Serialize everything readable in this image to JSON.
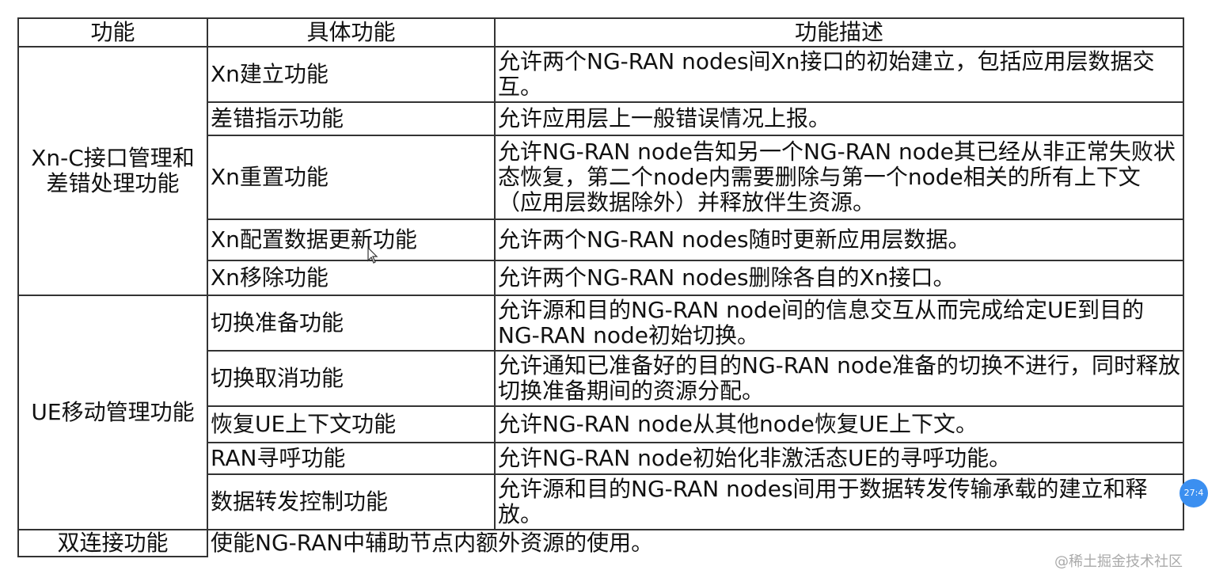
{
  "headers": {
    "category": "功能",
    "sub": "具体功能",
    "desc": "功能描述"
  },
  "groups": [
    {
      "category": "Xn-C接口管理和差错处理功能",
      "rows": [
        {
          "sub": "Xn建立功能",
          "desc": "允许两个NG-RAN nodes间Xn接口的初始建立，包括应用层数据交互。"
        },
        {
          "sub": "差错指示功能",
          "desc": "允许应用层上一般错误情况上报。"
        },
        {
          "sub": "Xn重置功能",
          "desc": "允许NG-RAN node告知另一个NG-RAN node其已经从非正常失败状态恢复，第二个node内需要删除与第一个node相关的所有上下文（应用层数据除外）并释放伴生资源。"
        },
        {
          "sub": "Xn配置数据更新功能",
          "desc": "允许两个NG-RAN nodes随时更新应用层数据。"
        },
        {
          "sub": "Xn移除功能",
          "desc": "允许两个NG-RAN nodes删除各自的Xn接口。"
        }
      ]
    },
    {
      "category": "UE移动管理功能",
      "rows": [
        {
          "sub": "切换准备功能",
          "desc": "允许源和目的NG-RAN node间的信息交互从而完成给定UE到目的NG-RAN node初始切换。"
        },
        {
          "sub": "切换取消功能",
          "desc": "允许通知已准备好的目的NG-RAN node准备的切换不进行，同时释放切换准备期间的资源分配。"
        },
        {
          "sub": "恢复UE上下文功能",
          "desc": "允许NG-RAN node从其他node恢复UE上下文。"
        },
        {
          "sub": "RAN寻呼功能",
          "desc": "允许NG-RAN node初始化非激活态UE的寻呼功能。"
        },
        {
          "sub": "数据转发控制功能",
          "desc": "允许源和目的NG-RAN nodes间用于数据转发传输承载的建立和释放。"
        }
      ]
    },
    {
      "category": "双连接功能",
      "rows": [
        {
          "sub": "使能NG-RAN中辅助节点内额外资源的使用。",
          "desc": ""
        }
      ]
    }
  ],
  "watermark": "@稀土掘金技术社区",
  "timer_badge": "27:4"
}
